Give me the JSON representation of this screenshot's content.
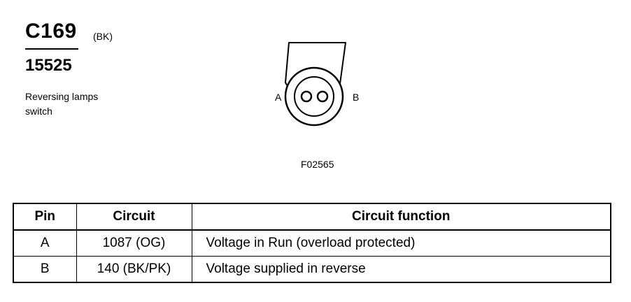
{
  "header": {
    "connector_id": "C169",
    "color_code": "(BK)",
    "part_number": "15525",
    "description_lines": [
      "Reversing lamps",
      "switch"
    ]
  },
  "diagram": {
    "label_left": "A",
    "label_right": "B",
    "figure_code": "F02565"
  },
  "table": {
    "headers": [
      "Pin",
      "Circuit",
      "Circuit function"
    ],
    "rows": [
      {
        "pin": "A",
        "circuit": "1087 (OG)",
        "function": "Voltage in Run (overload protected)"
      },
      {
        "pin": "B",
        "circuit": "140 (BK/PK)",
        "function": "Voltage supplied in reverse"
      }
    ]
  }
}
